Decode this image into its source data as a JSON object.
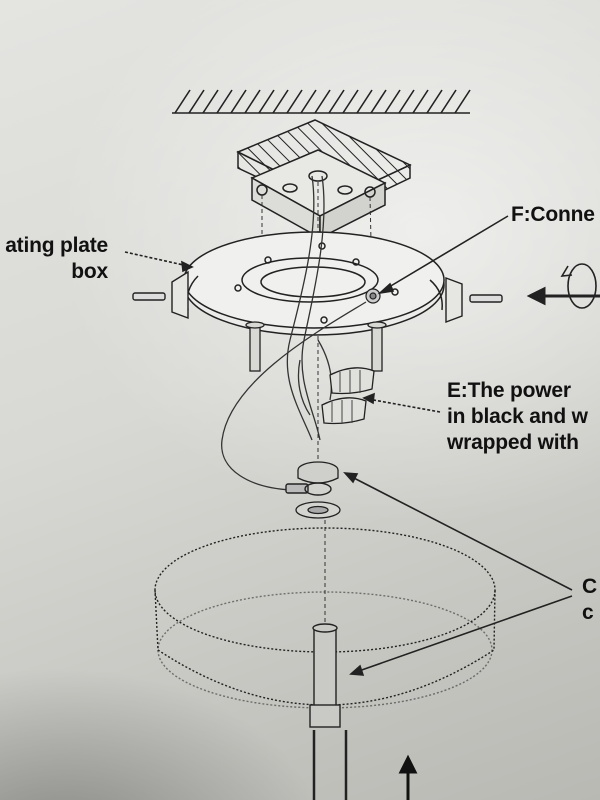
{
  "labels": {
    "mounting_plate": [
      "ating plate",
      "box"
    ],
    "f": "F:Conne",
    "e": [
      "E:The power",
      "in black and w",
      "wrapped with"
    ],
    "c": [
      "C",
      "c"
    ]
  }
}
